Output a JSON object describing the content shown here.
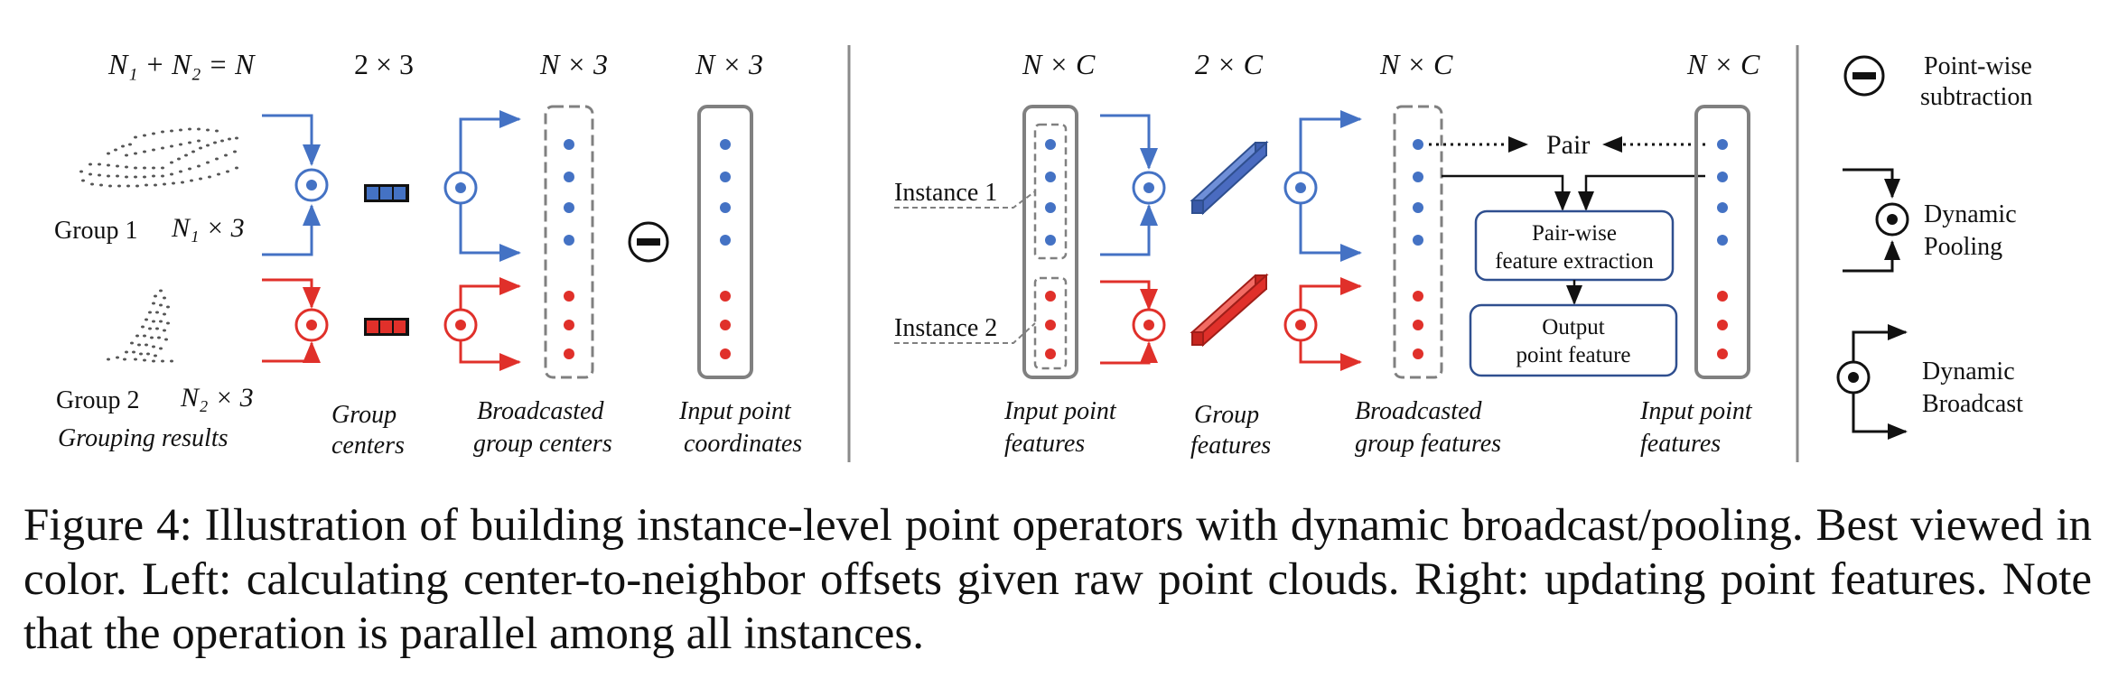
{
  "left_panel": {
    "header_group_sizes": "N₁ + N₂ = N",
    "header_centers_dim": "2 × 3",
    "header_broadcast_dim": "N × 3",
    "header_input_dim": "N × 3",
    "group1_label": "Group 1",
    "group1_dim": "N₁ × 3",
    "group2_label": "Group 2",
    "group2_dim": "N₂ × 3",
    "grouping_results": "Grouping results",
    "group_centers_l1": "Group",
    "group_centers_l2": "centers",
    "broadcast_l1": "Broadcasted",
    "broadcast_l2": "group centers",
    "input_l1": "Input point",
    "input_l2": "coordinates"
  },
  "right_panel": {
    "header_input_features_dim": "N × C",
    "header_group_features_dim": "2 × C",
    "header_broadcast_dim": "N × C",
    "header_input_features2_dim": "N × C",
    "instance1": "Instance 1",
    "instance2": "Instance 2",
    "pair": "Pair",
    "pairwise_l1": "Pair-wise",
    "pairwise_l2": "feature extraction",
    "output_l1": "Output",
    "output_l2": "point feature",
    "input_features_l1": "Input point",
    "input_features_l2": "features",
    "group_features_l1": "Group",
    "group_features_l2": "features",
    "broadcast_features_l1": "Broadcasted",
    "broadcast_features_l2": "group features",
    "input_features2_l1": "Input point",
    "input_features2_l2": "features"
  },
  "legend": {
    "subtraction_l1": "Point-wise",
    "subtraction_l2": "subtraction",
    "pooling_l1": "Dynamic",
    "pooling_l2": "Pooling",
    "broadcast_l1": "Dynamic",
    "broadcast_l2": "Broadcast"
  },
  "colors": {
    "blue": "#4472C4",
    "red": "#E0302A",
    "gray_border": "#808080",
    "box_border": "#2F4F8F"
  },
  "caption": "Figure 4: Illustration of building instance-level point operators with dynamic broadcast/pooling. Best viewed in color. Left: calculating center-to-neighbor offsets given raw point clouds. Right: updating point features. Note that the operation is parallel among all instances."
}
